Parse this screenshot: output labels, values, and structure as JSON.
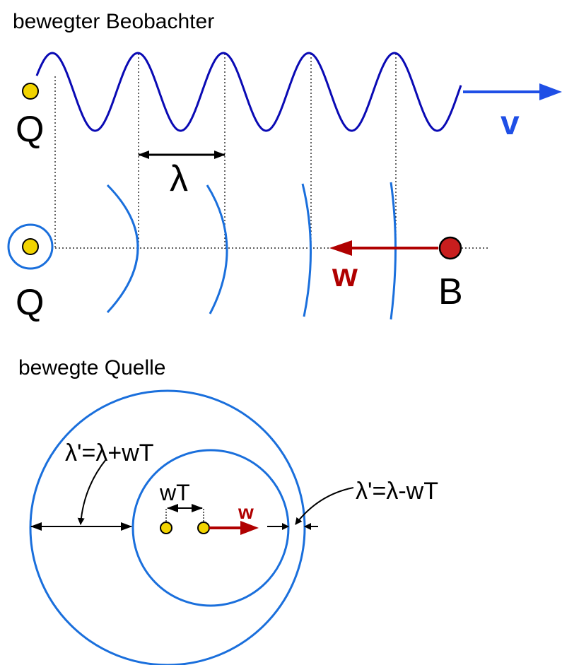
{
  "top": {
    "title": "bewegter Beobachter",
    "source_label_upper": "Q",
    "velocity_label": "v",
    "wavelength_label": "λ",
    "source_label_lower": "Q",
    "observer_velocity_label": "w",
    "observer_label": "B"
  },
  "bottom": {
    "title": "bewegte Quelle",
    "lambda_plus_label": "λ'=λ+wT",
    "lambda_minus_label": "λ'=λ-wT",
    "shift_label": "wT",
    "source_velocity_label": "w"
  },
  "colors": {
    "wave": "#0a0ab4",
    "wavefront": "#1a6fdc",
    "velocity_v": "#1f4fe6",
    "velocity_w": "#b00000",
    "source_fill": "#f2d400",
    "observer_fill": "#c81e1e",
    "guide": "#000000"
  }
}
